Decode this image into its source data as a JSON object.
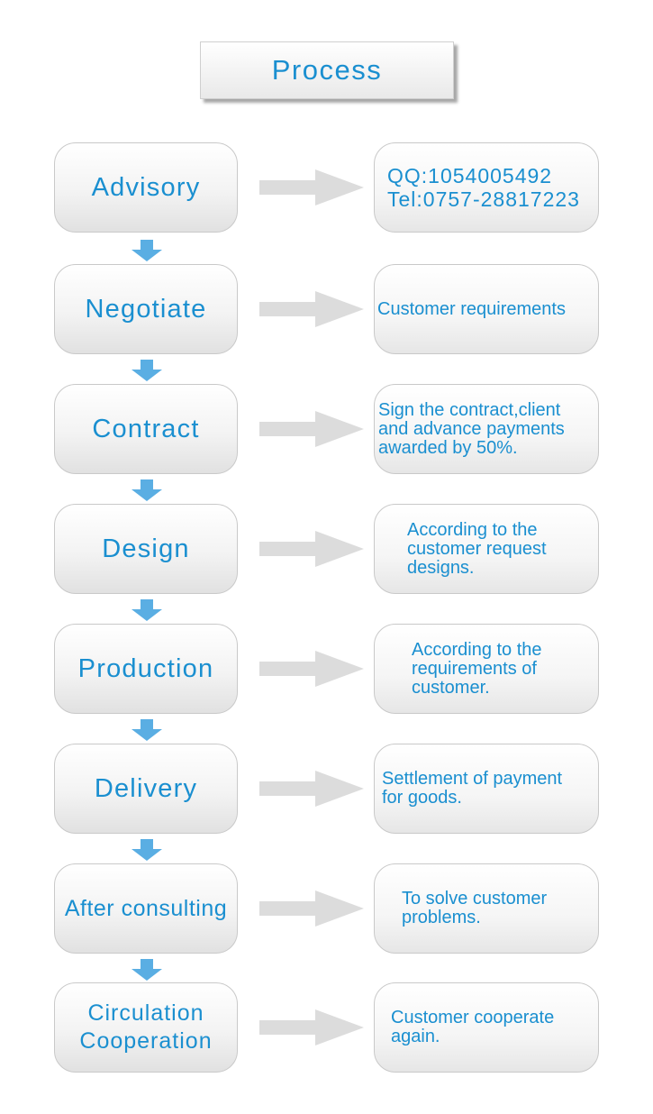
{
  "title": "Process",
  "steps": [
    {
      "label": "Advisory",
      "desc": "QQ:1054005492\nTel:0757-28817223"
    },
    {
      "label": "Negotiate",
      "desc": "Customer requirements"
    },
    {
      "label": "Contract",
      "desc": "Sign the contract,client\nand advance payments\nawarded by 50%."
    },
    {
      "label": "Design",
      "desc": "According to the\ncustomer request\ndesigns."
    },
    {
      "label": "Production",
      "desc": "According to the\nrequirements of\ncustomer."
    },
    {
      "label": "Delivery",
      "desc": "Settlement of payment\nfor goods."
    },
    {
      "label": "After consulting",
      "desc": "To solve customer\nproblems."
    },
    {
      "label": "Circulation\nCooperation",
      "desc": "Customer cooperate\nagain."
    }
  ],
  "colors": {
    "text": "#1a8fd0",
    "arrow_right": "#dcdcdc",
    "arrow_down": "#5aaee3"
  }
}
